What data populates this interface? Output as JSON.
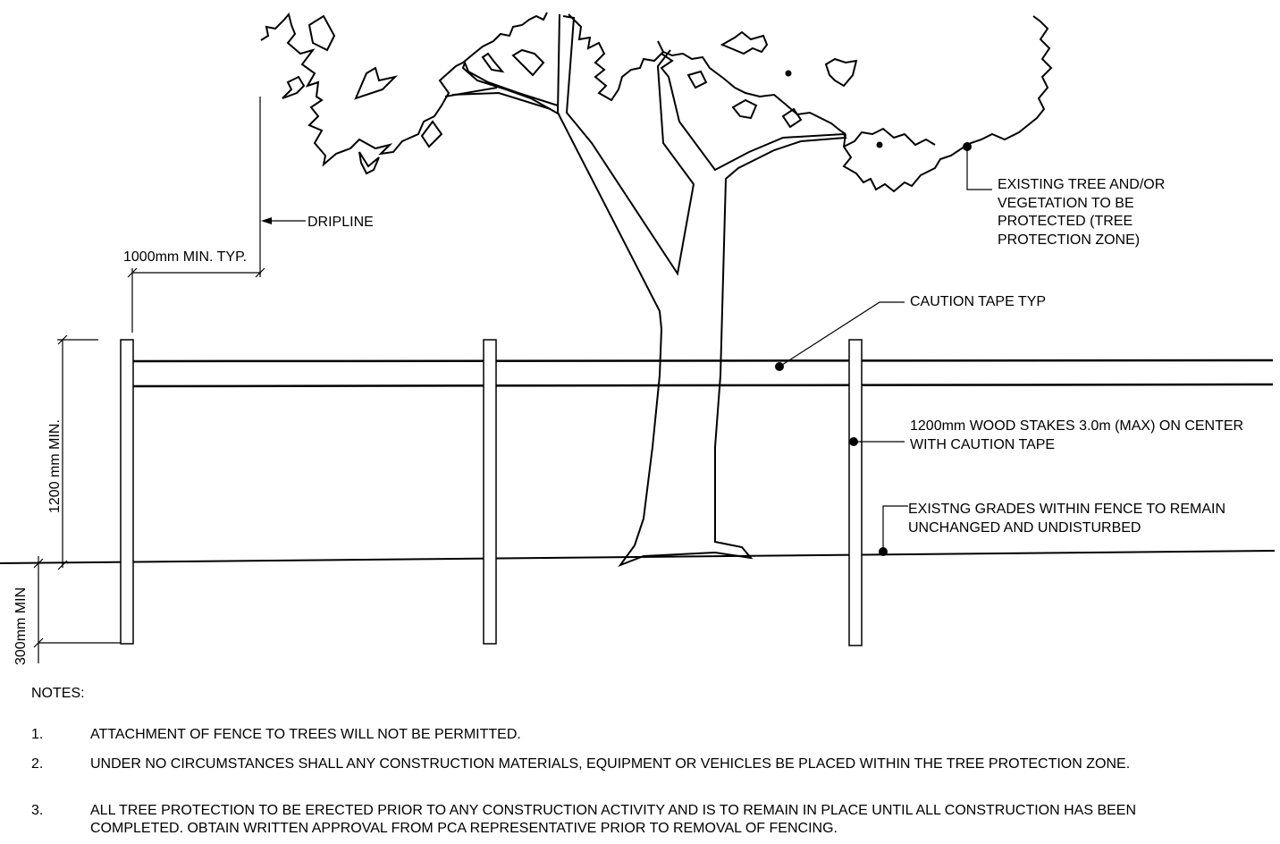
{
  "diagram": {
    "labels": {
      "dripline": "DRIPLINE",
      "min_offset": "1000mm MIN. TYP.",
      "tree_line1": "EXISTING TREE AND/OR",
      "tree_line2": "VEGETATION TO BE",
      "tree_line3": "PROTECTED (TREE",
      "tree_line4": "PROTECTION ZONE)",
      "caution_tape": "CAUTION TAPE TYP",
      "stakes_line1": "1200mm WOOD STAKES 3.0m (MAX) ON CENTER",
      "stakes_line2": "WITH CAUTION TAPE",
      "grades_line1": "EXISTNG GRADES WITHIN FENCE TO REMAIN",
      "grades_line2": "UNCHANGED  AND UNDISTURBED",
      "height_dim": "1200 mm MIN.",
      "depth_dim": "300mm MIN"
    }
  },
  "notes": {
    "heading": "NOTES:",
    "items": [
      {
        "num": "1.",
        "text": "ATTACHMENT OF FENCE TO TREES WILL NOT BE PERMITTED."
      },
      {
        "num": "2.",
        "text": "UNDER NO CIRCUMSTANCES SHALL ANY CONSTRUCTION MATERIALS, EQUIPMENT OR VEHICLES BE PLACED WITHIN THE TREE PROTECTION ZONE."
      },
      {
        "num": "3.",
        "text": "ALL TREE PROTECTION TO BE ERECTED PRIOR TO ANY CONSTRUCTION ACTIVITY AND IS TO REMAIN IN PLACE UNTIL ALL CONSTRUCTION HAS BEEN COMPLETED.  OBTAIN WRITTEN APPROVAL FROM PCA REPRESENTATIVE PRIOR TO REMOVAL OF FENCING."
      }
    ]
  }
}
